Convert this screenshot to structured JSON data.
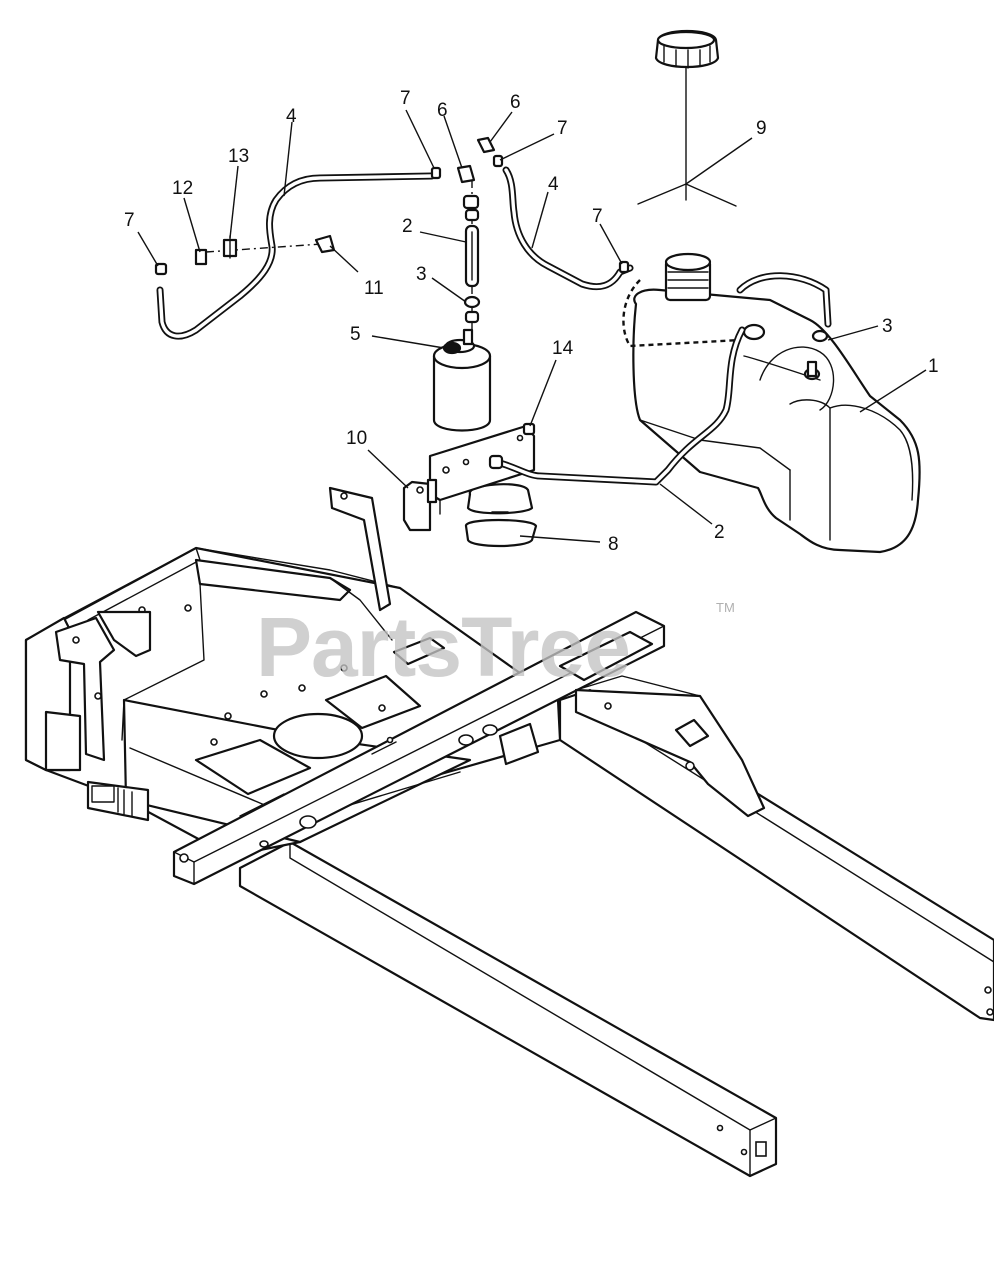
{
  "watermark": {
    "text": "PartsTree",
    "tm": "TM"
  },
  "callouts": [
    {
      "id": "c-7a",
      "label": "7"
    },
    {
      "id": "c-6a",
      "label": "6"
    },
    {
      "id": "c-6b",
      "label": "6"
    },
    {
      "id": "c-7b",
      "label": "7"
    },
    {
      "id": "c-4a",
      "label": "4"
    },
    {
      "id": "c-13",
      "label": "13"
    },
    {
      "id": "c-12",
      "label": "12"
    },
    {
      "id": "c-7c",
      "label": "7"
    },
    {
      "id": "c-2a",
      "label": "2"
    },
    {
      "id": "c-4b",
      "label": "4"
    },
    {
      "id": "c-7d",
      "label": "7"
    },
    {
      "id": "c-9",
      "label": "9"
    },
    {
      "id": "c-11",
      "label": "11"
    },
    {
      "id": "c-3a",
      "label": "3"
    },
    {
      "id": "c-3b",
      "label": "3"
    },
    {
      "id": "c-5",
      "label": "5"
    },
    {
      "id": "c-1",
      "label": "1"
    },
    {
      "id": "c-14",
      "label": "14"
    },
    {
      "id": "c-10",
      "label": "10"
    },
    {
      "id": "c-2b",
      "label": "2"
    },
    {
      "id": "c-8",
      "label": "8"
    }
  ]
}
